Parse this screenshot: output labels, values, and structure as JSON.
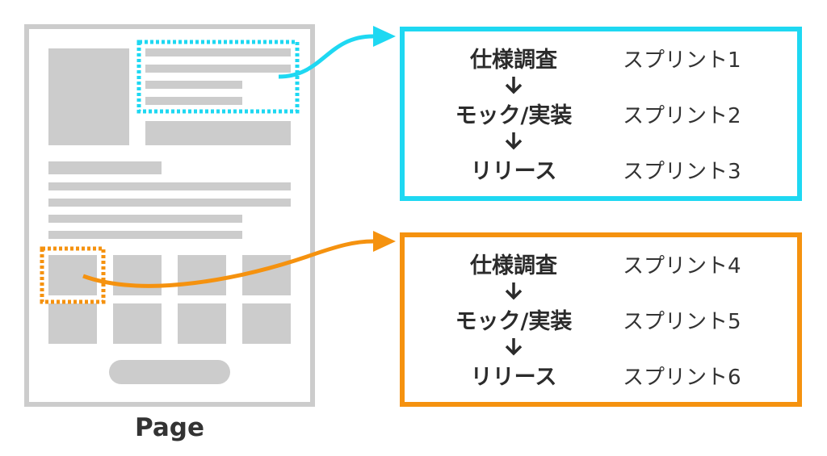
{
  "page": {
    "label": "Page"
  },
  "groups": [
    {
      "color": "#1ed8f2",
      "steps": [
        {
          "task": "仕様調査",
          "sprint": "スプリント1"
        },
        {
          "task": "モック/実装",
          "sprint": "スプリント2"
        },
        {
          "task": "リリース",
          "sprint": "スプリント3"
        }
      ]
    },
    {
      "color": "#f5920f",
      "steps": [
        {
          "task": "仕様調査",
          "sprint": "スプリント4"
        },
        {
          "task": "モック/実装",
          "sprint": "スプリント5"
        },
        {
          "task": "リリース",
          "sprint": "スプリント6"
        }
      ]
    }
  ],
  "colors": {
    "wireframe_gray": "#cccccc",
    "text": "#333333"
  }
}
